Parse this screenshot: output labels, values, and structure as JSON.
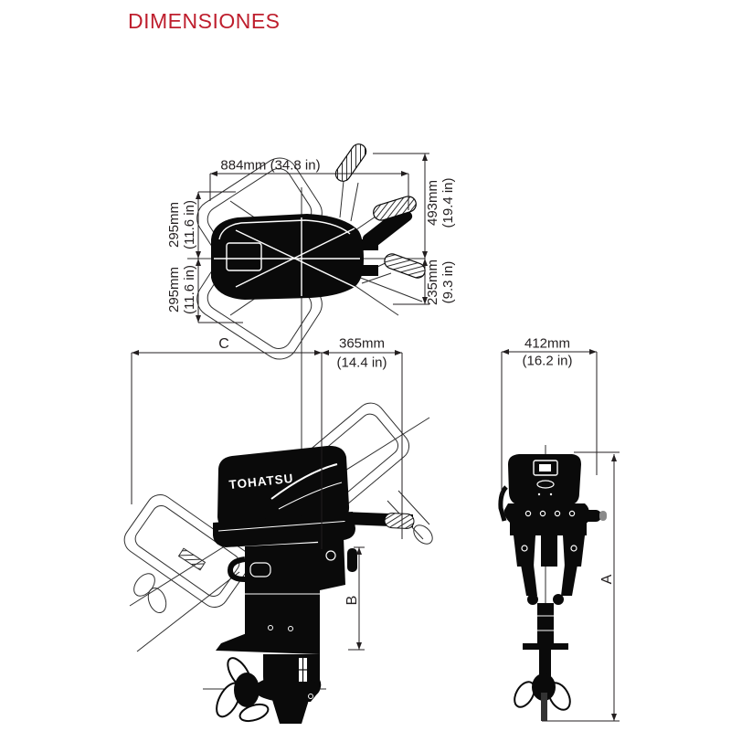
{
  "page": {
    "title": "DIMENSIONES",
    "title_color": "#be1e2d",
    "ink_color": "#231f20"
  },
  "top_view": {
    "overall_width": "884mm (34.8 in)",
    "overall_height_mm": "493mm",
    "overall_height_in": "(19.4 in)",
    "half_width_top_mm": "295mm",
    "half_width_top_in": "(11.6 in)",
    "half_width_bottom_mm": "295mm",
    "half_width_bottom_in": "(11.6 in)",
    "tiller_offset_mm": "235mm",
    "tiller_offset_in": "(9.3 in)"
  },
  "side_view": {
    "logo": "TOHATSU",
    "overall_length_label": "C",
    "transom_depth_mm": "365mm",
    "transom_depth_in": "(14.4 in)",
    "transom_height_label": "B"
  },
  "front_view": {
    "overall_width_mm": "412mm",
    "overall_width_in": "(16.2 in)",
    "overall_height_label": "A"
  }
}
